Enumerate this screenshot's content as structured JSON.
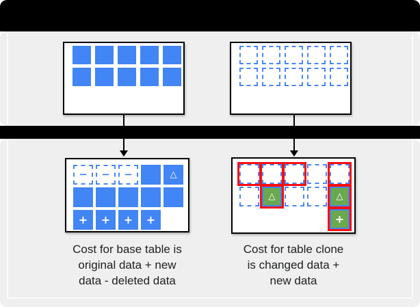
{
  "colors": {
    "bar_black": "#000000",
    "panel_gray": "#eeefee",
    "block_blue": "#4285f4",
    "block_green": "#6aa84f",
    "highlight_red": "#fd0d0d",
    "text": "#202124"
  },
  "glyphs": {
    "minus": "−",
    "plus": "+",
    "triangle": "△"
  },
  "diagram": {
    "top_left_box": {
      "grid": [
        [
          "solid",
          "solid",
          "solid",
          "solid",
          "solid"
        ],
        [
          "solid",
          "solid",
          "solid",
          "solid",
          "solid"
        ]
      ]
    },
    "top_right_box": {
      "grid": [
        [
          "dashed",
          "dashed",
          "dashed",
          "dashed",
          "dashed"
        ],
        [
          "dashed",
          "dashed",
          "dashed",
          "dashed",
          "dashed"
        ]
      ]
    },
    "bottom_left_box": {
      "grid": [
        [
          "dashed-minus",
          "dashed-minus",
          "dashed-minus",
          "solid",
          "solid-triangle"
        ],
        [
          "solid",
          "solid",
          "solid",
          "solid",
          "solid"
        ],
        [
          "solid-plus",
          "solid-plus",
          "solid-plus",
          "solid-plus",
          "empty"
        ]
      ]
    },
    "bottom_right_box": {
      "grid": [
        [
          "dashed-red",
          "dashed-red",
          "dashed-red",
          "dashed",
          "dashed-red"
        ],
        [
          "dashed",
          "green-triangle-red",
          "dashed",
          "dashed",
          "green-triangle-red"
        ],
        [
          "empty",
          "empty",
          "empty",
          "empty",
          "green-plus-red"
        ]
      ]
    }
  },
  "captions": {
    "base": [
      "Cost for base table is",
      "original data + new",
      "data - deleted data"
    ],
    "clone": [
      "Cost for table clone",
      "is changed data +",
      "new data"
    ]
  }
}
